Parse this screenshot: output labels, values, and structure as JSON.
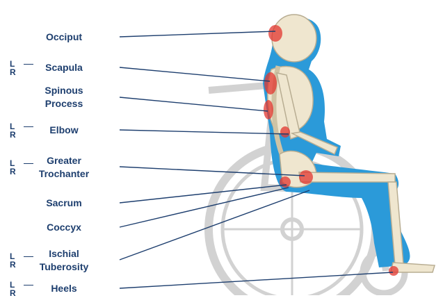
{
  "labels": [
    {
      "id": "occiput",
      "lines": [
        "Occiput"
      ],
      "sides": false
    },
    {
      "id": "scapula",
      "lines": [
        "Scapula"
      ],
      "sides": true
    },
    {
      "id": "spinous-process",
      "lines": [
        "Spinous",
        "Process"
      ],
      "sides": false
    },
    {
      "id": "elbow",
      "lines": [
        "Elbow"
      ],
      "sides": true
    },
    {
      "id": "greater-trochanter",
      "lines": [
        "Greater",
        "Trochanter"
      ],
      "sides": true
    },
    {
      "id": "sacrum",
      "lines": [
        "Sacrum"
      ],
      "sides": false
    },
    {
      "id": "coccyx",
      "lines": [
        "Coccyx"
      ],
      "sides": false
    },
    {
      "id": "ischial-tuberosity",
      "lines": [
        "Ischial",
        "Tuberosity"
      ],
      "sides": true
    },
    {
      "id": "heels",
      "lines": [
        "Heels"
      ],
      "sides": true
    }
  ],
  "side_markers": {
    "left": "L",
    "right": "R"
  },
  "colors": {
    "label_text": "#1d3e6e",
    "leader_line": "#1d3e6e",
    "body_silhouette": "#2b9ad9",
    "bone": "#efe6cf",
    "wheelchair": "#d0d0d0",
    "pressure_point": "#e2362f"
  }
}
